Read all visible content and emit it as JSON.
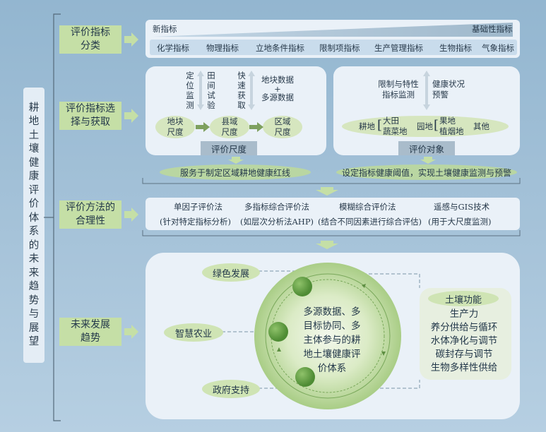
{
  "vertical_title": "耕地土壤健康评价体系的未来趋势与展望",
  "rows": {
    "row1_label": "评价指标\n分类",
    "row2_label": "评价指标选\n择与获取",
    "row3_label": "评价方法的\n合理性",
    "row4_label": "未来发展\n趋势"
  },
  "classification": {
    "new_label": "新指标",
    "basic_label": "基础性指标",
    "categories": [
      "化学指标",
      "物理指标",
      "立地条件指标",
      "限制项指标",
      "生产管理指标",
      "生物指标",
      "气象指标"
    ]
  },
  "scale_panel": {
    "v1": "定位监测",
    "v2": "田间试验",
    "v3": "快速获取",
    "data_top": "地块数据",
    "plus": "+",
    "data_bottom": "多源数据",
    "scales": [
      "地块\n尺度",
      "县域\n尺度",
      "区域\n尺度"
    ],
    "title": "评价尺度",
    "bottom_text": "服务于制定区域耕地健康红线"
  },
  "object_panel": {
    "left_top": "限制与特性\n指标监测",
    "right_top": "健康状况\n预警",
    "farmland": "耕地",
    "farmland_sub": "大田\n蔬菜地",
    "garden": "园地",
    "garden_sub": "果地\n植烟地",
    "other": "其他",
    "title": "评价对象",
    "bottom_text": "设定指标健康阈值，实现土壤健康监测与预警"
  },
  "methods": {
    "names": [
      "单因子评价法",
      "多指标综合评价法",
      "模糊综合评价法",
      "遥感与GIS技术"
    ],
    "notes": [
      "(针对特定指标分析)",
      "(如层次分析法AHP)",
      "(结合不同因素进行综合评估)",
      "(用于大尺度监测)"
    ]
  },
  "future": {
    "green": "绿色发展",
    "smart": "智慧农业",
    "gov": "政府支持",
    "center": "多源数据、多\n目标协同、多\n主体参与的耕\n地土壤健康评\n价体系",
    "functions_title": "土壤功能",
    "functions": [
      "生产力",
      "养分供给与循环",
      "水体净化与调节",
      "碳封存与调节",
      "生物多样性供给"
    ]
  },
  "colors": {
    "background": "#a6c3d9",
    "panel": "#eaf1f8",
    "label_green": "#c5dfa6",
    "dark_text": "#23384a",
    "grey_box": "#a9bccb",
    "ball_green": "#6ea84a"
  }
}
